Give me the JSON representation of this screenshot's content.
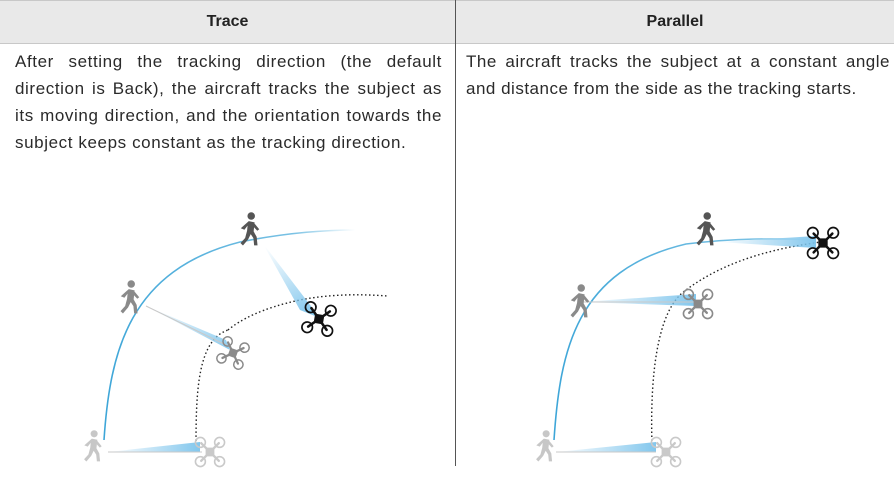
{
  "table": {
    "headers": [
      "Trace",
      "Parallel"
    ],
    "trace": {
      "description": "After setting the tracking direction (the default direction is Back), the aircraft tracks the subject as its moving direction, and the orientation towards the subject keeps constant as the tracking direction."
    },
    "parallel": {
      "description": "The aircraft tracks the subject at a constant angle and distance from the side as the tracking starts."
    }
  },
  "colors": {
    "header_background": "#e9e9e9",
    "subject_path": "#3ea6d8",
    "aircraft_path": "#222222",
    "sight_beam": "#7cc4ec"
  },
  "icons": [
    "walking-person-icon",
    "drone-icon"
  ]
}
